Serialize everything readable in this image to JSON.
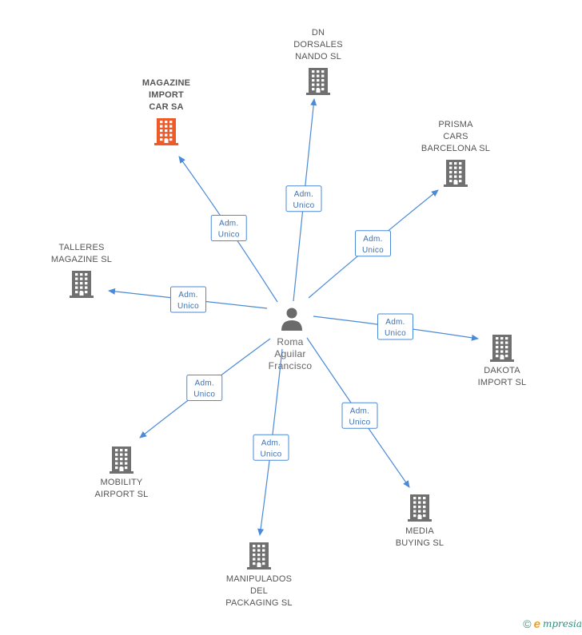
{
  "center": {
    "label_lines": [
      "Roma",
      "Aguilar",
      "Francisco"
    ],
    "icon": "person-icon"
  },
  "edge_label_lines": [
    "Adm.",
    "Unico"
  ],
  "colors": {
    "edge": "#4a8ad8",
    "building": "#707070",
    "highlight_building": "#f05a28",
    "person": "#6a6a6a"
  },
  "nodes": [
    {
      "id": "magazine-import-car",
      "label_lines": [
        "MAGAZINE",
        "IMPORT",
        "CAR SA"
      ],
      "highlight": true,
      "icon": "building-icon"
    },
    {
      "id": "dn-dorsales-nando",
      "label_lines": [
        "DN",
        "DORSALES",
        "NANDO SL"
      ],
      "highlight": false,
      "icon": "building-icon"
    },
    {
      "id": "prisma-cars-barcelona",
      "label_lines": [
        "PRISMA",
        "CARS",
        "BARCELONA SL"
      ],
      "highlight": false,
      "icon": "building-icon"
    },
    {
      "id": "talleres-magazine",
      "label_lines": [
        "TALLERES",
        "MAGAZINE SL"
      ],
      "highlight": false,
      "icon": "building-icon"
    },
    {
      "id": "dakota-import",
      "label_lines": [
        "DAKOTA",
        "IMPORT  SL"
      ],
      "highlight": false,
      "icon": "building-icon"
    },
    {
      "id": "mobility-airport",
      "label_lines": [
        "MOBILITY",
        "AIRPORT SL"
      ],
      "highlight": false,
      "icon": "building-icon"
    },
    {
      "id": "media-buying",
      "label_lines": [
        "MEDIA",
        "BUYING SL"
      ],
      "highlight": false,
      "icon": "building-icon"
    },
    {
      "id": "manipulados-del-packaging",
      "label_lines": [
        "MANIPULADOS",
        "DEL",
        "PACKAGING SL"
      ],
      "highlight": false,
      "icon": "building-icon"
    }
  ],
  "footer": {
    "copyright_symbol": "©",
    "brand_initial": "e",
    "brand_rest": "mpresia"
  }
}
